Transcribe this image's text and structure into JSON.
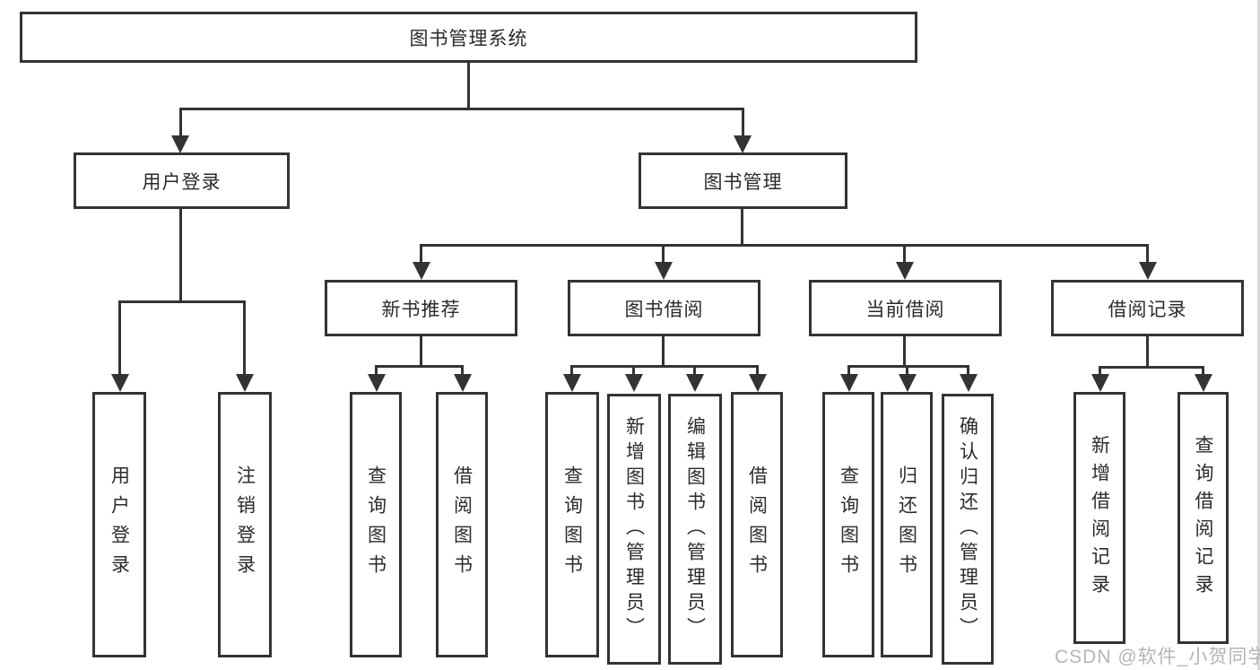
{
  "colors": {
    "line": "#333333",
    "text": "#2b2b2b",
    "node_background": "#ffffff",
    "page_background": "#ffffff",
    "watermark": "#b5b5b5"
  },
  "watermark": {
    "text": "CSDN @软件_小贺同学"
  },
  "tree": {
    "label": "图书管理系统",
    "children": [
      {
        "label": "用户登录",
        "children": [
          {
            "label": "用户登录"
          },
          {
            "label": "注销登录"
          }
        ]
      },
      {
        "label": "图书管理",
        "children": [
          {
            "label": "新书推荐",
            "children": [
              {
                "label": "查询图书"
              },
              {
                "label": "借阅图书"
              }
            ]
          },
          {
            "label": "图书借阅",
            "children": [
              {
                "label": "查询图书"
              },
              {
                "label": "新增图书（管理员）"
              },
              {
                "label": "编辑图书（管理员）"
              },
              {
                "label": "借阅图书"
              }
            ]
          },
          {
            "label": "当前借阅",
            "children": [
              {
                "label": "查询图书"
              },
              {
                "label": "归还图书"
              },
              {
                "label": "确认归还（管理员）"
              }
            ]
          },
          {
            "label": "借阅记录",
            "children": [
              {
                "label": "新增借阅记录"
              },
              {
                "label": "查询借阅记录"
              }
            ]
          }
        ]
      }
    ]
  }
}
